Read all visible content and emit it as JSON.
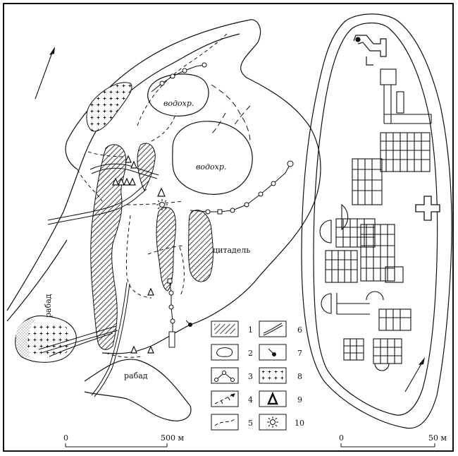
{
  "left_map": {
    "labels": {
      "reservoir_1": "водохр.",
      "reservoir_2": "водохр.",
      "citadel": "цитадель",
      "rabad_1": "рабад",
      "rabad_2": "рабад"
    },
    "scale": {
      "start": "0",
      "end": "500 м"
    }
  },
  "right_map": {
    "scale": {
      "start": "0",
      "end": "50 м"
    }
  },
  "legend": {
    "items": [
      {
        "number": "1",
        "symbol": "hatched-area"
      },
      {
        "number": "2",
        "symbol": "reservoir-outline"
      },
      {
        "number": "3",
        "symbol": "line-with-circles"
      },
      {
        "number": "4",
        "symbol": "dashed-line-with-ticks"
      },
      {
        "number": "5",
        "symbol": "dashed-line"
      },
      {
        "number": "6",
        "symbol": "double-line-road"
      },
      {
        "number": "7",
        "symbol": "well-pin"
      },
      {
        "number": "8",
        "symbol": "crosses-area"
      },
      {
        "number": "9",
        "symbol": "triangle-marker"
      },
      {
        "number": "10",
        "symbol": "sun-marker"
      }
    ]
  }
}
